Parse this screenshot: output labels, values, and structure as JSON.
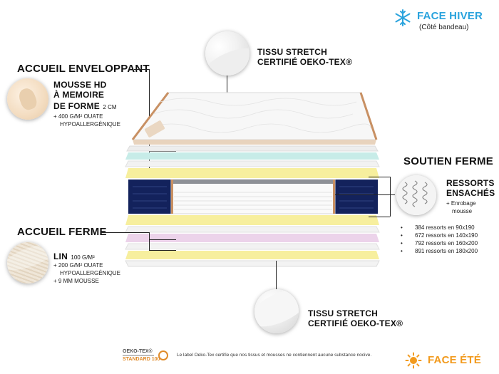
{
  "face_hiver": {
    "title": "FACE HIVER",
    "subtitle": "(Côté bandeau)",
    "icon": "snowflake-icon"
  },
  "face_ete": {
    "title": "FACE ÉTÉ",
    "icon": "sun-icon"
  },
  "top_fabric": {
    "line1": "TISSU STRETCH",
    "line2": "CERTIFIÉ OEKO-TEX®"
  },
  "bottom_fabric": {
    "line1": "TISSU STRETCH",
    "line2": "CERTIFIÉ OEKO-TEX®"
  },
  "accueil_enveloppant": {
    "title": "ACCUEIL ENVELOPPANT",
    "foam_line1": "MOUSSE HD",
    "foam_line2": "À MEMOIRE",
    "foam_line3": "DE FORME",
    "foam_size": "2 CM",
    "detail1": "+ 400 G/M² OUATE",
    "detail2": "HYPOALLERGÉNIQUE"
  },
  "soutien_ferme": {
    "title": "SOUTIEN FERME",
    "springs_line1": "RESSORTS",
    "springs_line2": "ENSACHÉS",
    "detail1": "+ Enrobage",
    "detail2": "mousse",
    "counts": [
      "384 ressorts en 90x190",
      "672 ressorts en 140x190",
      "792 ressorts en 160x200",
      "891 ressorts en 180x200"
    ]
  },
  "accueil_ferme": {
    "title": "ACCUEIL FERME",
    "lin": "LIN",
    "lin_weight": "100 G/M²",
    "detail1": "+ 200 G/M² OUATE",
    "detail2": "HYPOALLERGÉNIQUE",
    "detail3": "+ 9 MM MOUSSE"
  },
  "oeko_logo": {
    "line1": "OEKO-TEX®",
    "line2": "STANDARD 100"
  },
  "footer_note": "Le label Oeko-Tex certifie que nos tissus et mousses ne contiennent aucune substance nocive.",
  "colors": {
    "winter_blue": "#2aa3dd",
    "summer_orange": "#f29a1d",
    "navy_border": "#13225c",
    "yellow_foam": "#f7ef9e",
    "mint_foam": "#c7ece8",
    "pink_foam": "#ecd3ea",
    "copper_piping": "#c89063"
  }
}
